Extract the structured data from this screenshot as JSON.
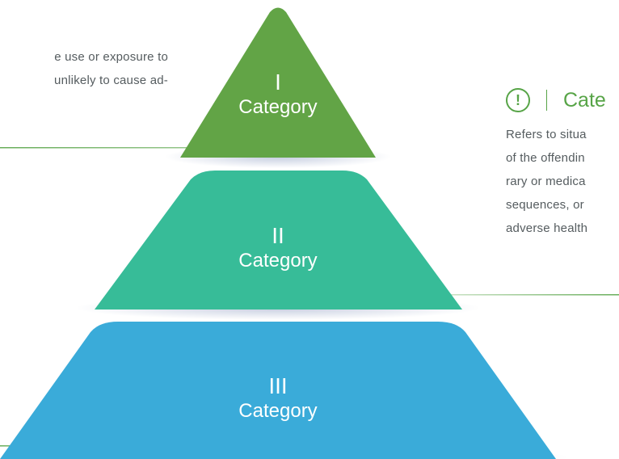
{
  "tiers": [
    {
      "numeral": "I",
      "word": "Category",
      "color": "#62a446"
    },
    {
      "numeral": "II",
      "word": "Category",
      "color": "#37bc98"
    },
    {
      "numeral": "III",
      "word": "Category",
      "color": "#3aabd9"
    }
  ],
  "left_description": {
    "lines": [
      "e use or exposure to",
      "unlikely to cause ad-"
    ]
  },
  "right_description": {
    "icon": "alert-circle-icon",
    "icon_glyph": "!",
    "heading": "Cate",
    "lines": [
      "Refers to situa",
      "of the offendin",
      "rary or medica",
      "sequences, or",
      "adverse health"
    ]
  },
  "colors": {
    "text": "#555c5f",
    "accent": "#57a447"
  }
}
